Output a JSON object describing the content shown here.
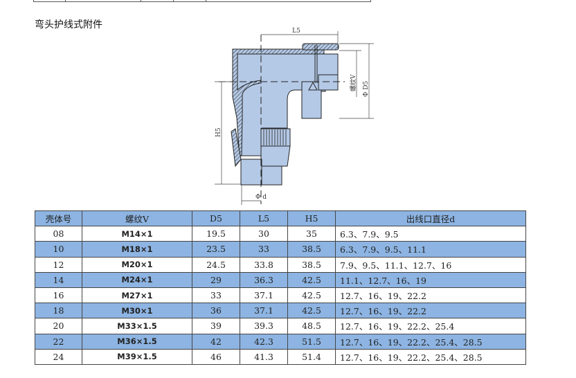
{
  "section_title": "弯头护线式附件",
  "diagram": {
    "labels": {
      "l5": "L5",
      "d5": "Φ D5",
      "thread": "螺纹V",
      "h5": "H5",
      "d": "Φ d"
    },
    "fill_color": "#b4c9e6"
  },
  "table": {
    "header_color": "#8db4e2",
    "headers": [
      "壳体号",
      "螺纹V",
      "D5",
      "L5",
      "H5",
      "出线口直径d"
    ],
    "rows": [
      [
        "08",
        "M14×1",
        "19.5",
        "30",
        "35",
        "6.3、7.9、9.5"
      ],
      [
        "10",
        "M18×1",
        "23.5",
        "33",
        "38.5",
        "6.3、7.9、9.5、11.1"
      ],
      [
        "12",
        "M20×1",
        "24.5",
        "33.8",
        "38.5",
        "7.9、9.5、11.1、12.7、16"
      ],
      [
        "14",
        "M24×1",
        "29",
        "36.3",
        "42.5",
        "11.1、12.7、16、19"
      ],
      [
        "16",
        "M27×1",
        "33",
        "37.1",
        "42.5",
        "12.7、16、19、22.2"
      ],
      [
        "18",
        "M30×1",
        "36",
        "37.1",
        "42.5",
        "12.7、16、19、22.2"
      ],
      [
        "20",
        "M33×1.5",
        "39",
        "39.3",
        "48.5",
        "12.7、16、19、22.2、25.4"
      ],
      [
        "22",
        "M36×1.5",
        "42",
        "42.3",
        "51.5",
        "12.7、16、19、22.2、25.4、28.5"
      ],
      [
        "24",
        "M39×1.5",
        "46",
        "41.3",
        "51.4",
        "12.7、16、19、22.2、25.4、28.5"
      ]
    ]
  }
}
